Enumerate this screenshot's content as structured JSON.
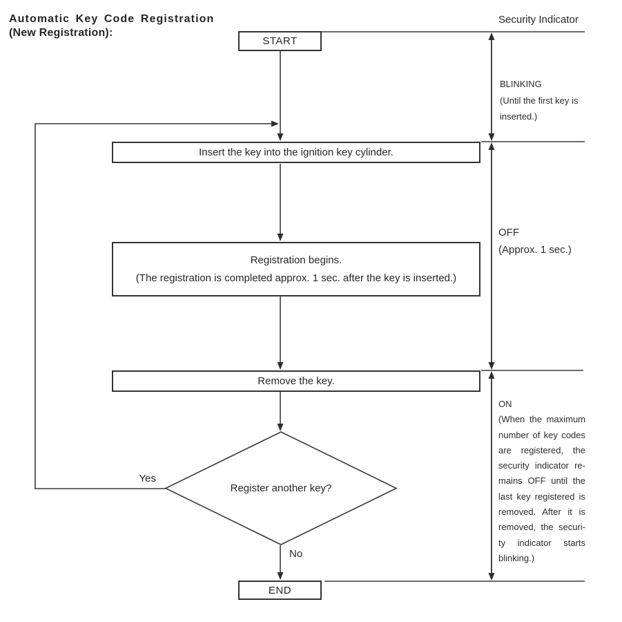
{
  "page": {
    "title_lines": [
      "Automatic Key Code Registration",
      "(New Registration):"
    ]
  },
  "flowchart": {
    "start_label": "START",
    "insert_step": "Insert the key into the ignition key cylinder.",
    "registration_step_lines": [
      "Registration begins.",
      "(The registration is completed approx. 1 sec. after the key is inserted.)"
    ],
    "remove_step": "Remove the key.",
    "decision_question": "Register another key?",
    "yes_label": "Yes",
    "no_label": "No",
    "end_label": "END"
  },
  "security_indicator": {
    "heading": "Security Indicator",
    "states": [
      {
        "name": "BLINKING",
        "desc_lines": [
          "(Until the first key is",
          "inserted.)"
        ]
      },
      {
        "name": "OFF",
        "desc_lines": [
          "(Approx. 1 sec.)"
        ]
      },
      {
        "name": "ON",
        "desc_lines": [
          "(When the maximum",
          "number of key codes",
          "are registered, the",
          "security indicator re-",
          "mains OFF until the",
          "last key registered is",
          "removed. After it is",
          "removed, the securi-",
          "ty indicator starts",
          "blinking.)"
        ]
      }
    ]
  },
  "colors": {
    "line": "#383838",
    "text": "#262626",
    "background": "#ffffff"
  }
}
